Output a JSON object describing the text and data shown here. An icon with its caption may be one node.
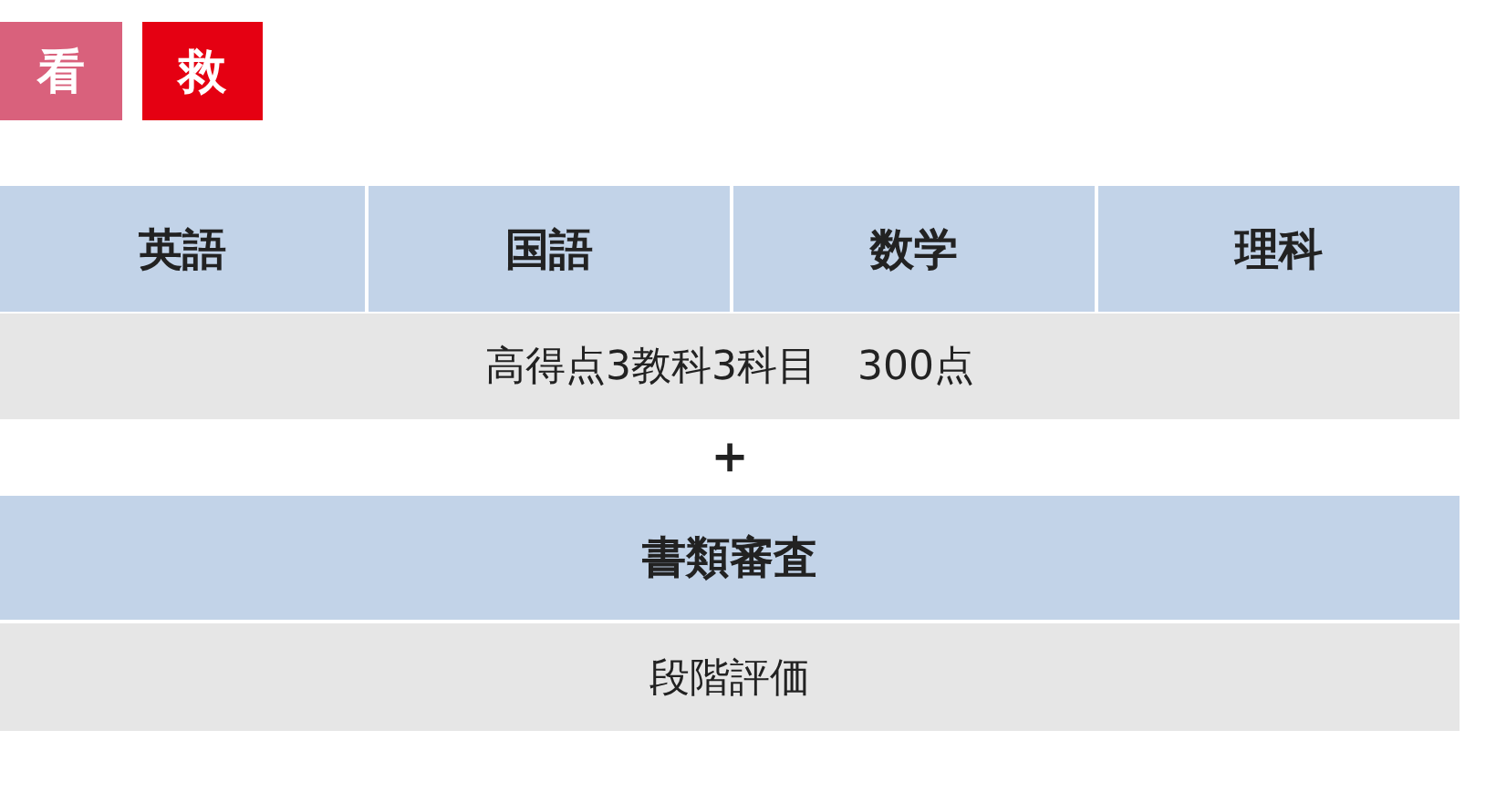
{
  "diagram": {
    "nodes": [
      {
        "text": [
          "看"
        ]
      },
      {
        "text": [
          "救"
        ]
      }
    ],
    "labels": [
      "英語",
      "国語",
      "数学",
      "理科",
      "高得点3教科3科目　300点",
      "＋",
      "書類審査",
      "段階評価"
    ]
  }
}
